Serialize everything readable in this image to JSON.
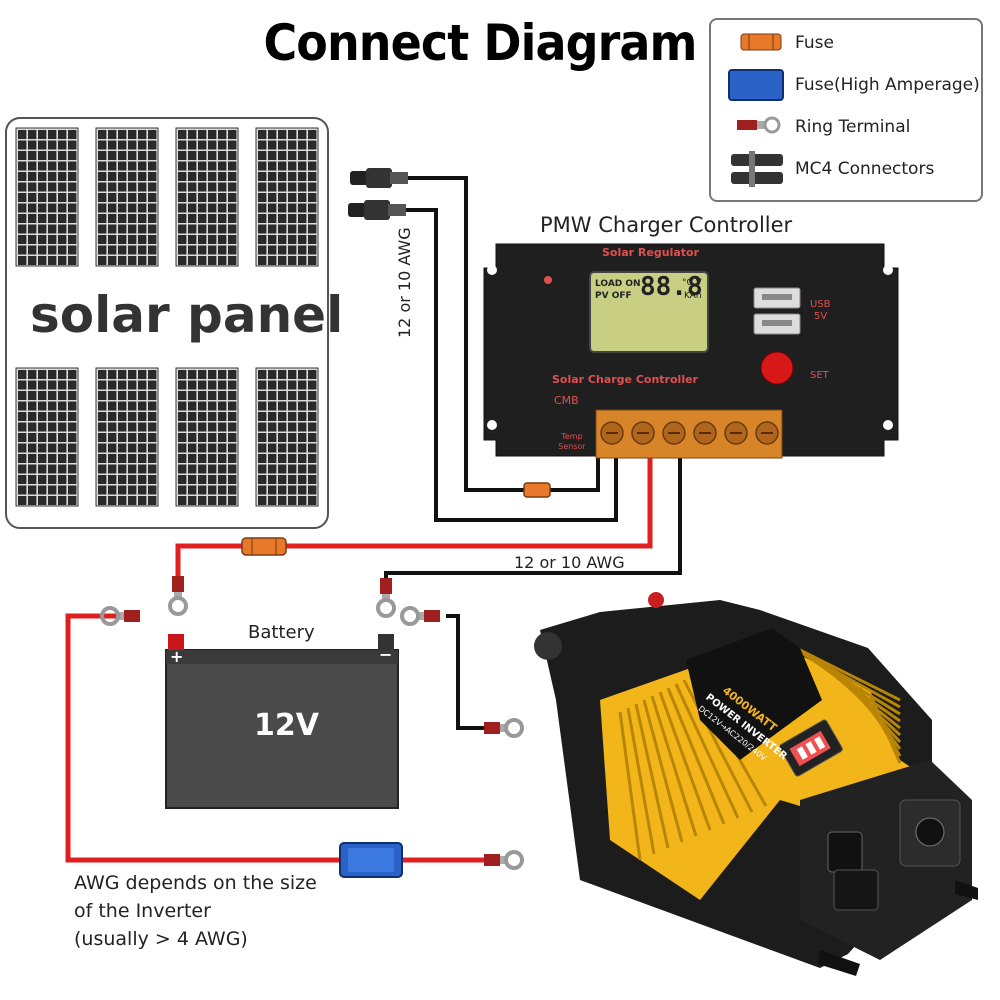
{
  "title": "Connect Diagram",
  "legend": {
    "items": [
      {
        "label": "Fuse",
        "icon": "fuse-icon"
      },
      {
        "label": "Fuse(High Amperage)",
        "icon": "high-amperage-fuse-icon"
      },
      {
        "label": "Ring Terminal",
        "icon": "ring-terminal-icon"
      },
      {
        "label": "MC4 Connectors",
        "icon": "mc4-connector-icon"
      }
    ]
  },
  "solar_panel": {
    "label": "solar panel"
  },
  "controller": {
    "caption": "PMW Charger Controller",
    "brand": "Solar Regulator",
    "name": "Solar Charge Controller",
    "cmb": "CMB",
    "usb": "USB",
    "usb_voltage": "5V",
    "set": "SET",
    "temp_sensor": "Temp Sensor",
    "lcd_load_on": "LOAD ON",
    "lcd_pv_off": "PV OFF",
    "lcd_digits": "88.8",
    "lcd_units_1": "°C V",
    "lcd_units_2": "KAh"
  },
  "wire_labels": {
    "pv_awg": "12 or 10 AWG",
    "load_awg": "12 or 10 AWG",
    "inverter_awg_line1": "AWG depends on the size",
    "inverter_awg_line2": "of the Inverter",
    "inverter_awg_line3": "(usually  > 4 AWG)"
  },
  "battery": {
    "label": "Battery",
    "voltage": "12V",
    "positive": "+",
    "negative": "−"
  },
  "inverter": {
    "wattage": "4000WATT",
    "name": "POWER INVERTER",
    "spec": "DC12V→AC220/240V"
  },
  "colors": {
    "positive_wire": "#e02020",
    "negative_wire": "#111111",
    "fuse": "#e8782a",
    "high_amp_fuse": "#2a62c8",
    "inverter_body": "#f2b61a",
    "controller_body": "#222222",
    "terminal_block": "#d8852a"
  }
}
